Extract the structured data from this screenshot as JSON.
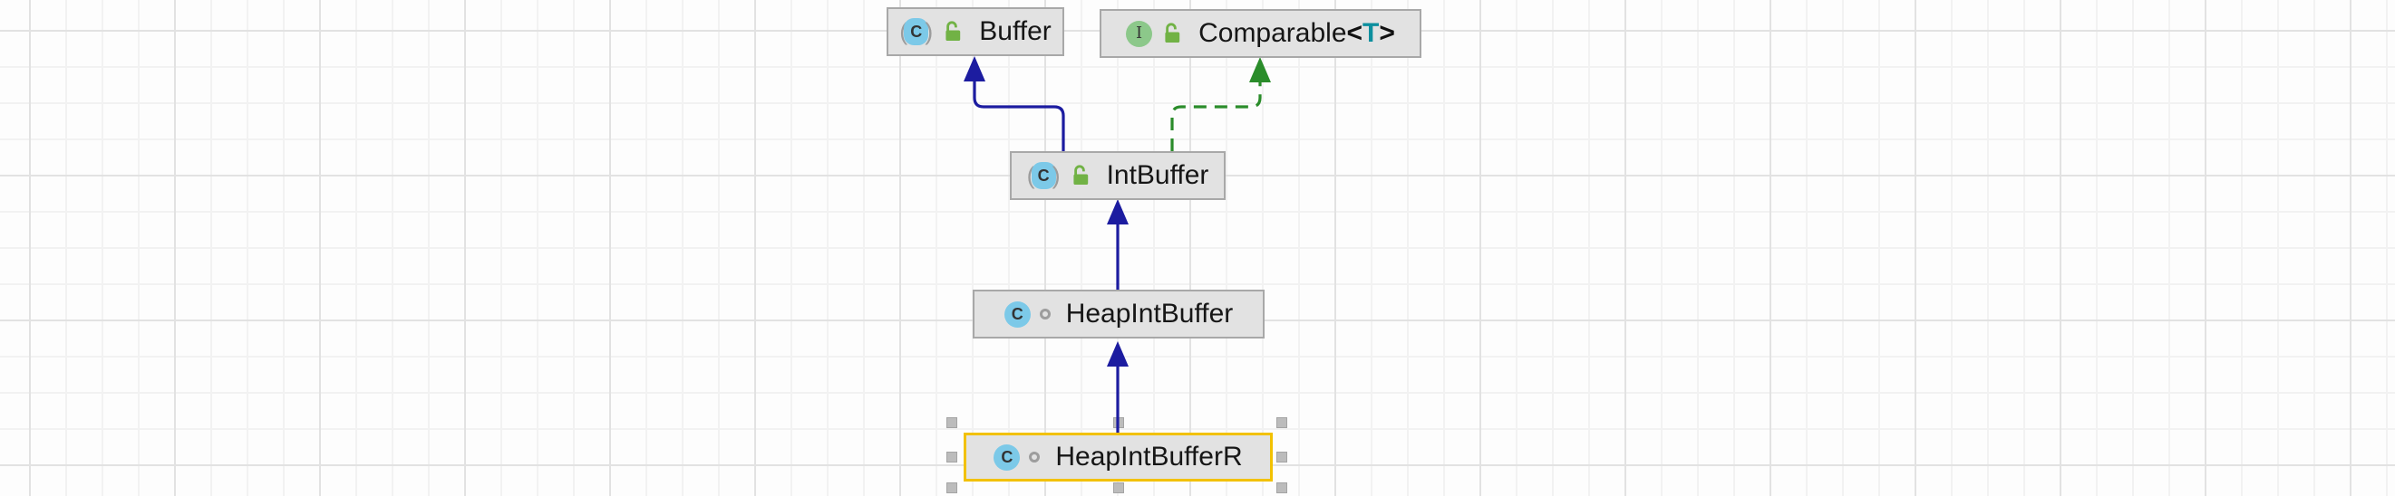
{
  "diagram": {
    "type": "uml-class-diagram",
    "nodes": {
      "buffer": {
        "label": "Buffer",
        "kind": "abstract class",
        "icon_letter": "C"
      },
      "comparable": {
        "label": "Comparable",
        "kind": "interface",
        "icon_letter": "I",
        "generic_open": "<",
        "generic_t": "T",
        "generic_close": ">"
      },
      "intbuffer": {
        "label": "IntBuffer",
        "kind": "abstract class",
        "icon_letter": "C"
      },
      "heapintbuffer": {
        "label": "HeapIntBuffer",
        "kind": "class",
        "icon_letter": "C"
      },
      "heapintbufferr": {
        "label": "HeapIntBufferR",
        "kind": "class",
        "icon_letter": "C",
        "selected": true
      }
    },
    "relationships": [
      {
        "from": "IntBuffer",
        "to": "Buffer",
        "type": "extends",
        "style": "solid"
      },
      {
        "from": "IntBuffer",
        "to": "Comparable<T>",
        "type": "implements",
        "style": "dashed"
      },
      {
        "from": "HeapIntBuffer",
        "to": "IntBuffer",
        "type": "extends",
        "style": "solid"
      },
      {
        "from": "HeapIntBufferR",
        "to": "HeapIntBuffer",
        "type": "extends",
        "style": "solid"
      }
    ],
    "colors": {
      "edge_extends": "#1c1ca0",
      "edge_implements": "#2a8c2a",
      "node_bg": "#e2e2e2",
      "node_border": "#a8a8a8",
      "selection_border": "#f2c100",
      "handle": "#bcbcbc",
      "class_icon_bg": "#7cc9e8",
      "interface_icon_bg": "#8cc88a",
      "lock_icon": "#71b245",
      "generic_param": "#0d8f9e"
    }
  }
}
